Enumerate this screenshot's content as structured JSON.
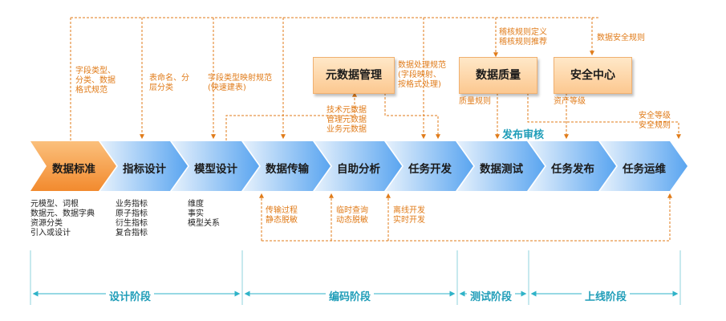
{
  "stages": [
    "数据标准",
    "指标设计",
    "模型设计",
    "数据传输",
    "自助分析",
    "任务开发",
    "数据测试",
    "任务发布",
    "任务运维"
  ],
  "boxes": {
    "metadata": "元数据管理",
    "quality": "数据质量",
    "security": "安全中心"
  },
  "top_annotations": {
    "field_types": "字段类型、\n分类、数据\n格式规范",
    "table_names": "表命名、分\n层分类",
    "field_mapping": "字段类型映射规范\n(快速建表)",
    "metadata_types": "技术元数据\n管理元数据\n业务元数据",
    "processing_spec": "数据处理规范\n(字段映射、\n按格式处理)",
    "audit_rules": "稽核规则定义\n稽核规则推荐",
    "security_rules": "数据安全规则",
    "quality_rules": "质量规则",
    "asset_level": "资产等级",
    "security_level": "安全等级\n安全规则"
  },
  "release_audit": "发布审核",
  "bottom_annotations": {
    "standard": "元模型、词根\n数据元、数据字典\n资源分类\n引入或设计",
    "indicators": "业务指标\n原子指标\n衍生指标\n复合指标",
    "model": "维度\n事实\n模型关系",
    "transfer": "传输过程\n静态脱敏",
    "analysis": "临时查询\n动态脱敏",
    "dev": "离线开发\n实时开发"
  },
  "phases": [
    "设计阶段",
    "编码阶段",
    "测试阶段",
    "上线阶段"
  ],
  "colors": {
    "orange": "#e07b19",
    "chevron_blue": "#5aa5f0",
    "chevron_light": "#dcebfb",
    "first_chevron": "#f7a24d",
    "phase_teal": "#1f9db8",
    "box_fill": "#fcc890"
  }
}
